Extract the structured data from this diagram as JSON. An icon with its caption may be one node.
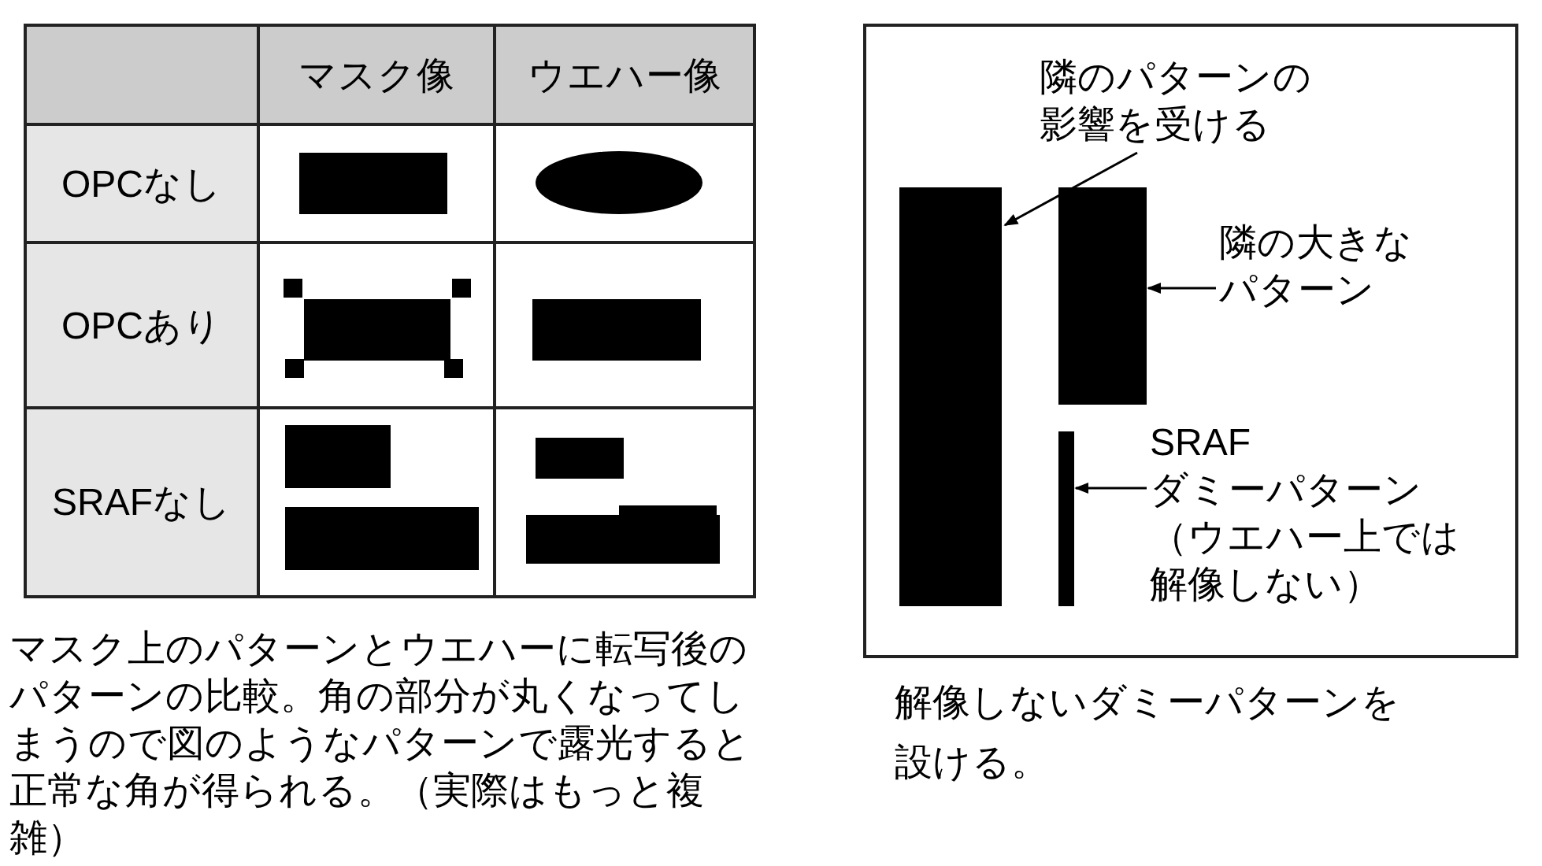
{
  "diagram": {
    "nodes": [
      {
        "text": [],
        "shape": "box"
      },
      {
        "text": [
          "隣のパターンの影響を受ける"
        ],
        "in": 0
      },
      {
        "text": [],
        "shape": "bar",
        "in": 0
      },
      {
        "text": [],
        "shape": "bar",
        "in": 0
      },
      {
        "text": [
          "隣の大きなパターン"
        ],
        "in": 0
      },
      {
        "text": [],
        "shape": "bar",
        "in": 0
      },
      {
        "text": [
          "SRAF",
          "ダミーパターン",
          "（ウエハー上では解像しない）"
        ],
        "in": 0
      }
    ],
    "edges": [
      {
        "from": 1,
        "to": 2,
        "arrow": "to"
      },
      {
        "from": 4,
        "to": 3,
        "arrow": "to"
      },
      {
        "from": 6,
        "to": 5,
        "arrow": "to"
      }
    ],
    "labels": [
      "マスク像",
      "ウエハー像",
      "OPCなし",
      "OPCあり",
      "SRAFなし",
      "マスク上のパターンとウエハーに転写後のパターンの比較。角の部分が丸くなってしまうので図のようなパターンで露光すると正常な角が得られる。（実際はもっと複雑）",
      "解像しないダミーパターンを設ける。"
    ]
  }
}
